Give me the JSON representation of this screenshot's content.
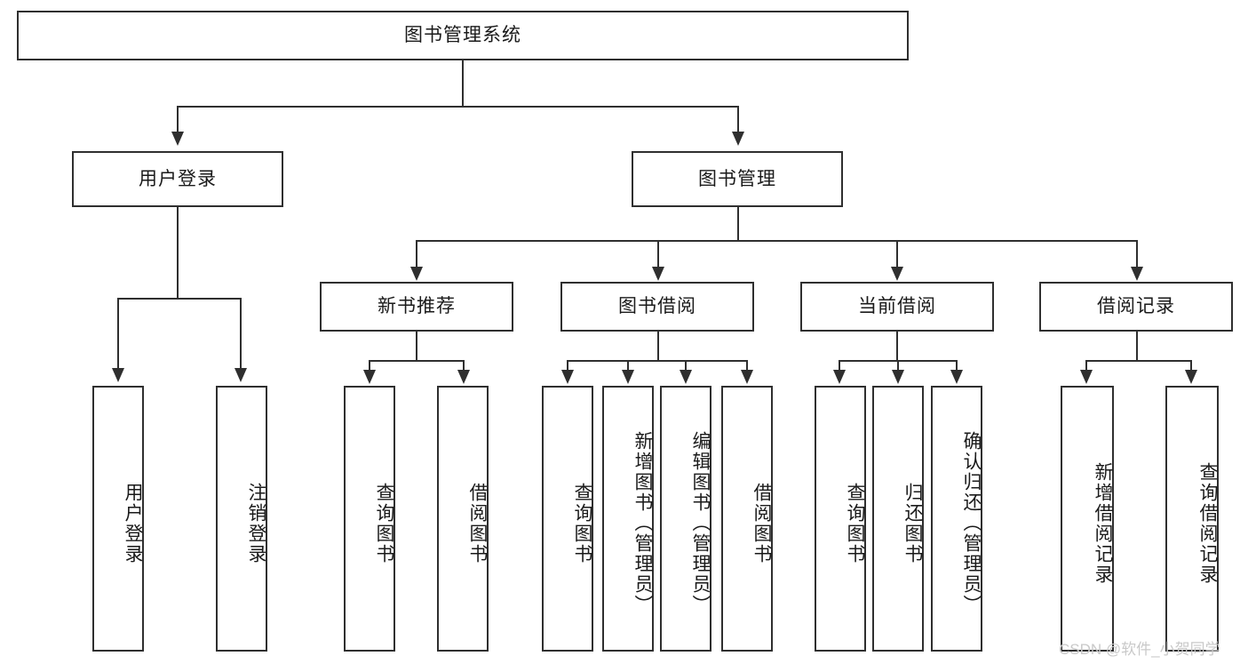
{
  "diagram": {
    "type": "tree-hierarchy",
    "title": "图书管理系统",
    "watermark": "CSDN @软件_小贺同学",
    "colors": {
      "stroke": "#2f2f2f",
      "fill": "#ffffff",
      "text": "#1a1a1a",
      "watermark": "#c9c9c9"
    },
    "root": {
      "label": "图书管理系统"
    },
    "level2": [
      {
        "label": "用户登录"
      },
      {
        "label": "图书管理"
      }
    ],
    "level3": [
      {
        "label": "新书推荐"
      },
      {
        "label": "图书借阅"
      },
      {
        "label": "当前借阅"
      },
      {
        "label": "借阅记录"
      }
    ],
    "leaves": {
      "user_login": [
        {
          "label": "用户登录"
        },
        {
          "label": "注销登录"
        }
      ],
      "new_book": [
        {
          "label": "查询图书"
        },
        {
          "label": "借阅图书"
        }
      ],
      "book_borrow": [
        {
          "label": "查询图书"
        },
        {
          "label": "新增图书（管理员）"
        },
        {
          "label": "编辑图书（管理员）"
        },
        {
          "label": "借阅图书"
        }
      ],
      "current_borrow": [
        {
          "label": "查询图书"
        },
        {
          "label": "归还图书"
        },
        {
          "label": "确认归还（管理员）"
        }
      ],
      "borrow_record": [
        {
          "label": "新增借阅记录"
        },
        {
          "label": "查询借阅记录"
        }
      ]
    }
  }
}
